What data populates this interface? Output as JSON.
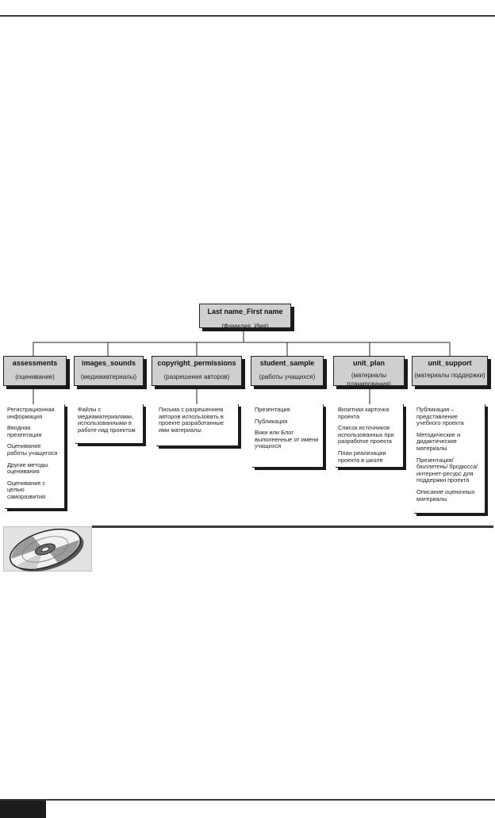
{
  "diagram": {
    "root": {
      "title": "Last name_First name",
      "subtitle": "(Фамилия_Имя)"
    },
    "folders": [
      {
        "title": "assessments",
        "subtitle": "(оценивание)",
        "items": [
          "Регистрационная информация",
          "Вводная презентация",
          "Оценивание работы учащегося",
          "Другие методы оценивания",
          "Оценивание с целью саморазвития"
        ]
      },
      {
        "title": "images_sounds",
        "subtitle": "(медиаматериалы)",
        "items": [
          "Файлы с медиаматериалами, использованными в работе над проектом"
        ]
      },
      {
        "title": "copyright_permissions",
        "subtitle": "(разрешения авторов)",
        "items": [
          "Письма с разрешением авторов использовать в проекте разработанные ими материалы"
        ]
      },
      {
        "title": "student_sample",
        "subtitle": "(работы учащихся)",
        "items": [
          "Презентация",
          "Публикация",
          "Вики или Блог выполненные от имени учащихся"
        ]
      },
      {
        "title": "unit_plan",
        "subtitle": "(материалы планирования)",
        "items": [
          "Визитная карточка проекта",
          "Список источников использованных при разработке проекта",
          "План реализации проекта в школе"
        ]
      },
      {
        "title": "unit_support",
        "subtitle": "(материалы поддержки)",
        "items": [
          "Публикация – представление учебного проекта",
          "Методические и дидактические материалы",
          "Презентация/ бюллетень/ бродюсса/ интернет-ресурс для поддержки проекта",
          "Описание оценочных материалы"
        ]
      }
    ]
  },
  "icons": {
    "cd": "cd-disc-icon"
  }
}
